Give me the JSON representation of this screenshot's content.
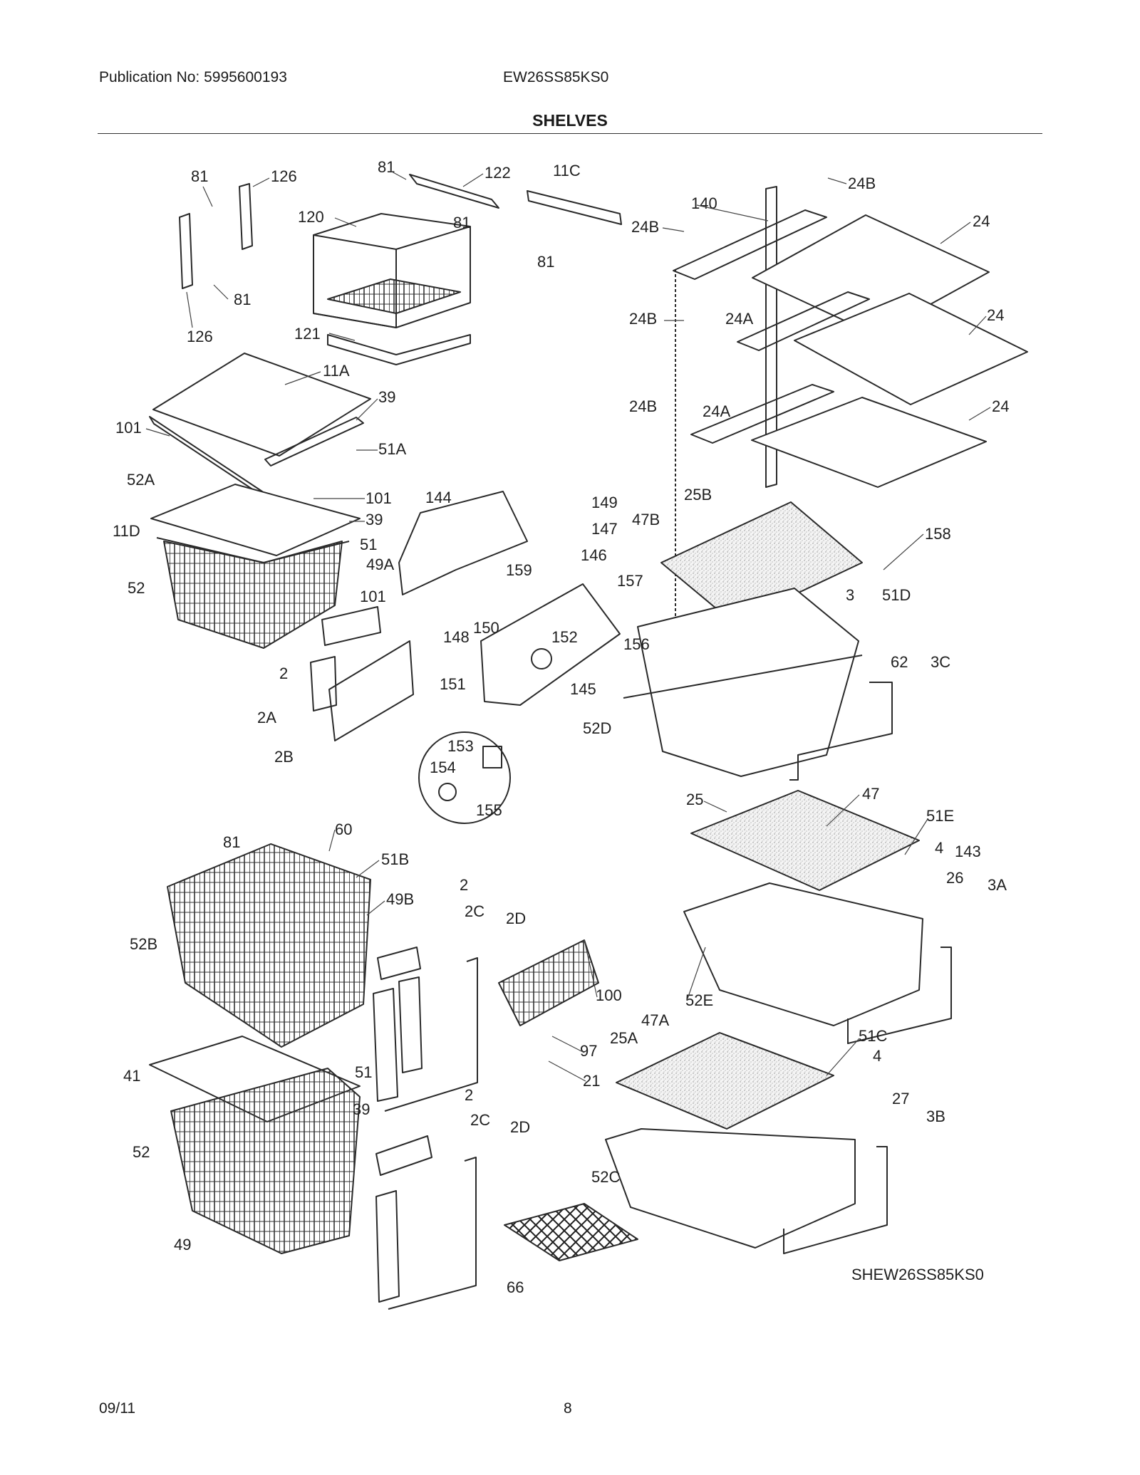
{
  "header": {
    "publication": "Publication No: 5995600193",
    "model": "EW26SS85KS0",
    "title": "SHELVES"
  },
  "footer": {
    "date": "09/11",
    "page": "8"
  },
  "diagram": {
    "code": "SHEW26SS85KS0",
    "callouts": [
      "81",
      "126",
      "81",
      "126",
      "81",
      "122",
      "120",
      "81",
      "11C",
      "81",
      "121",
      "11A",
      "39",
      "101",
      "51A",
      "52A",
      "101",
      "39",
      "11D",
      "51",
      "52",
      "49A",
      "101",
      "2",
      "2A",
      "2B",
      "144",
      "149",
      "147",
      "146",
      "159",
      "148",
      "150",
      "152",
      "145",
      "151",
      "153",
      "154",
      "155",
      "140",
      "24B",
      "24",
      "24B",
      "24A",
      "24B",
      "24",
      "24B",
      "24A",
      "24",
      "25B",
      "47B",
      "158",
      "157",
      "3",
      "51D",
      "156",
      "62",
      "3C",
      "52D",
      "25",
      "47",
      "51E",
      "4",
      "143",
      "26",
      "3A",
      "100",
      "52E",
      "47A",
      "25A",
      "51C",
      "4",
      "27",
      "3B",
      "52C",
      "97",
      "21",
      "66",
      "60",
      "81",
      "51B",
      "52B",
      "49B",
      "2",
      "2C",
      "2D",
      "41",
      "51",
      "39",
      "52",
      "49",
      "2",
      "2C",
      "2D"
    ]
  }
}
